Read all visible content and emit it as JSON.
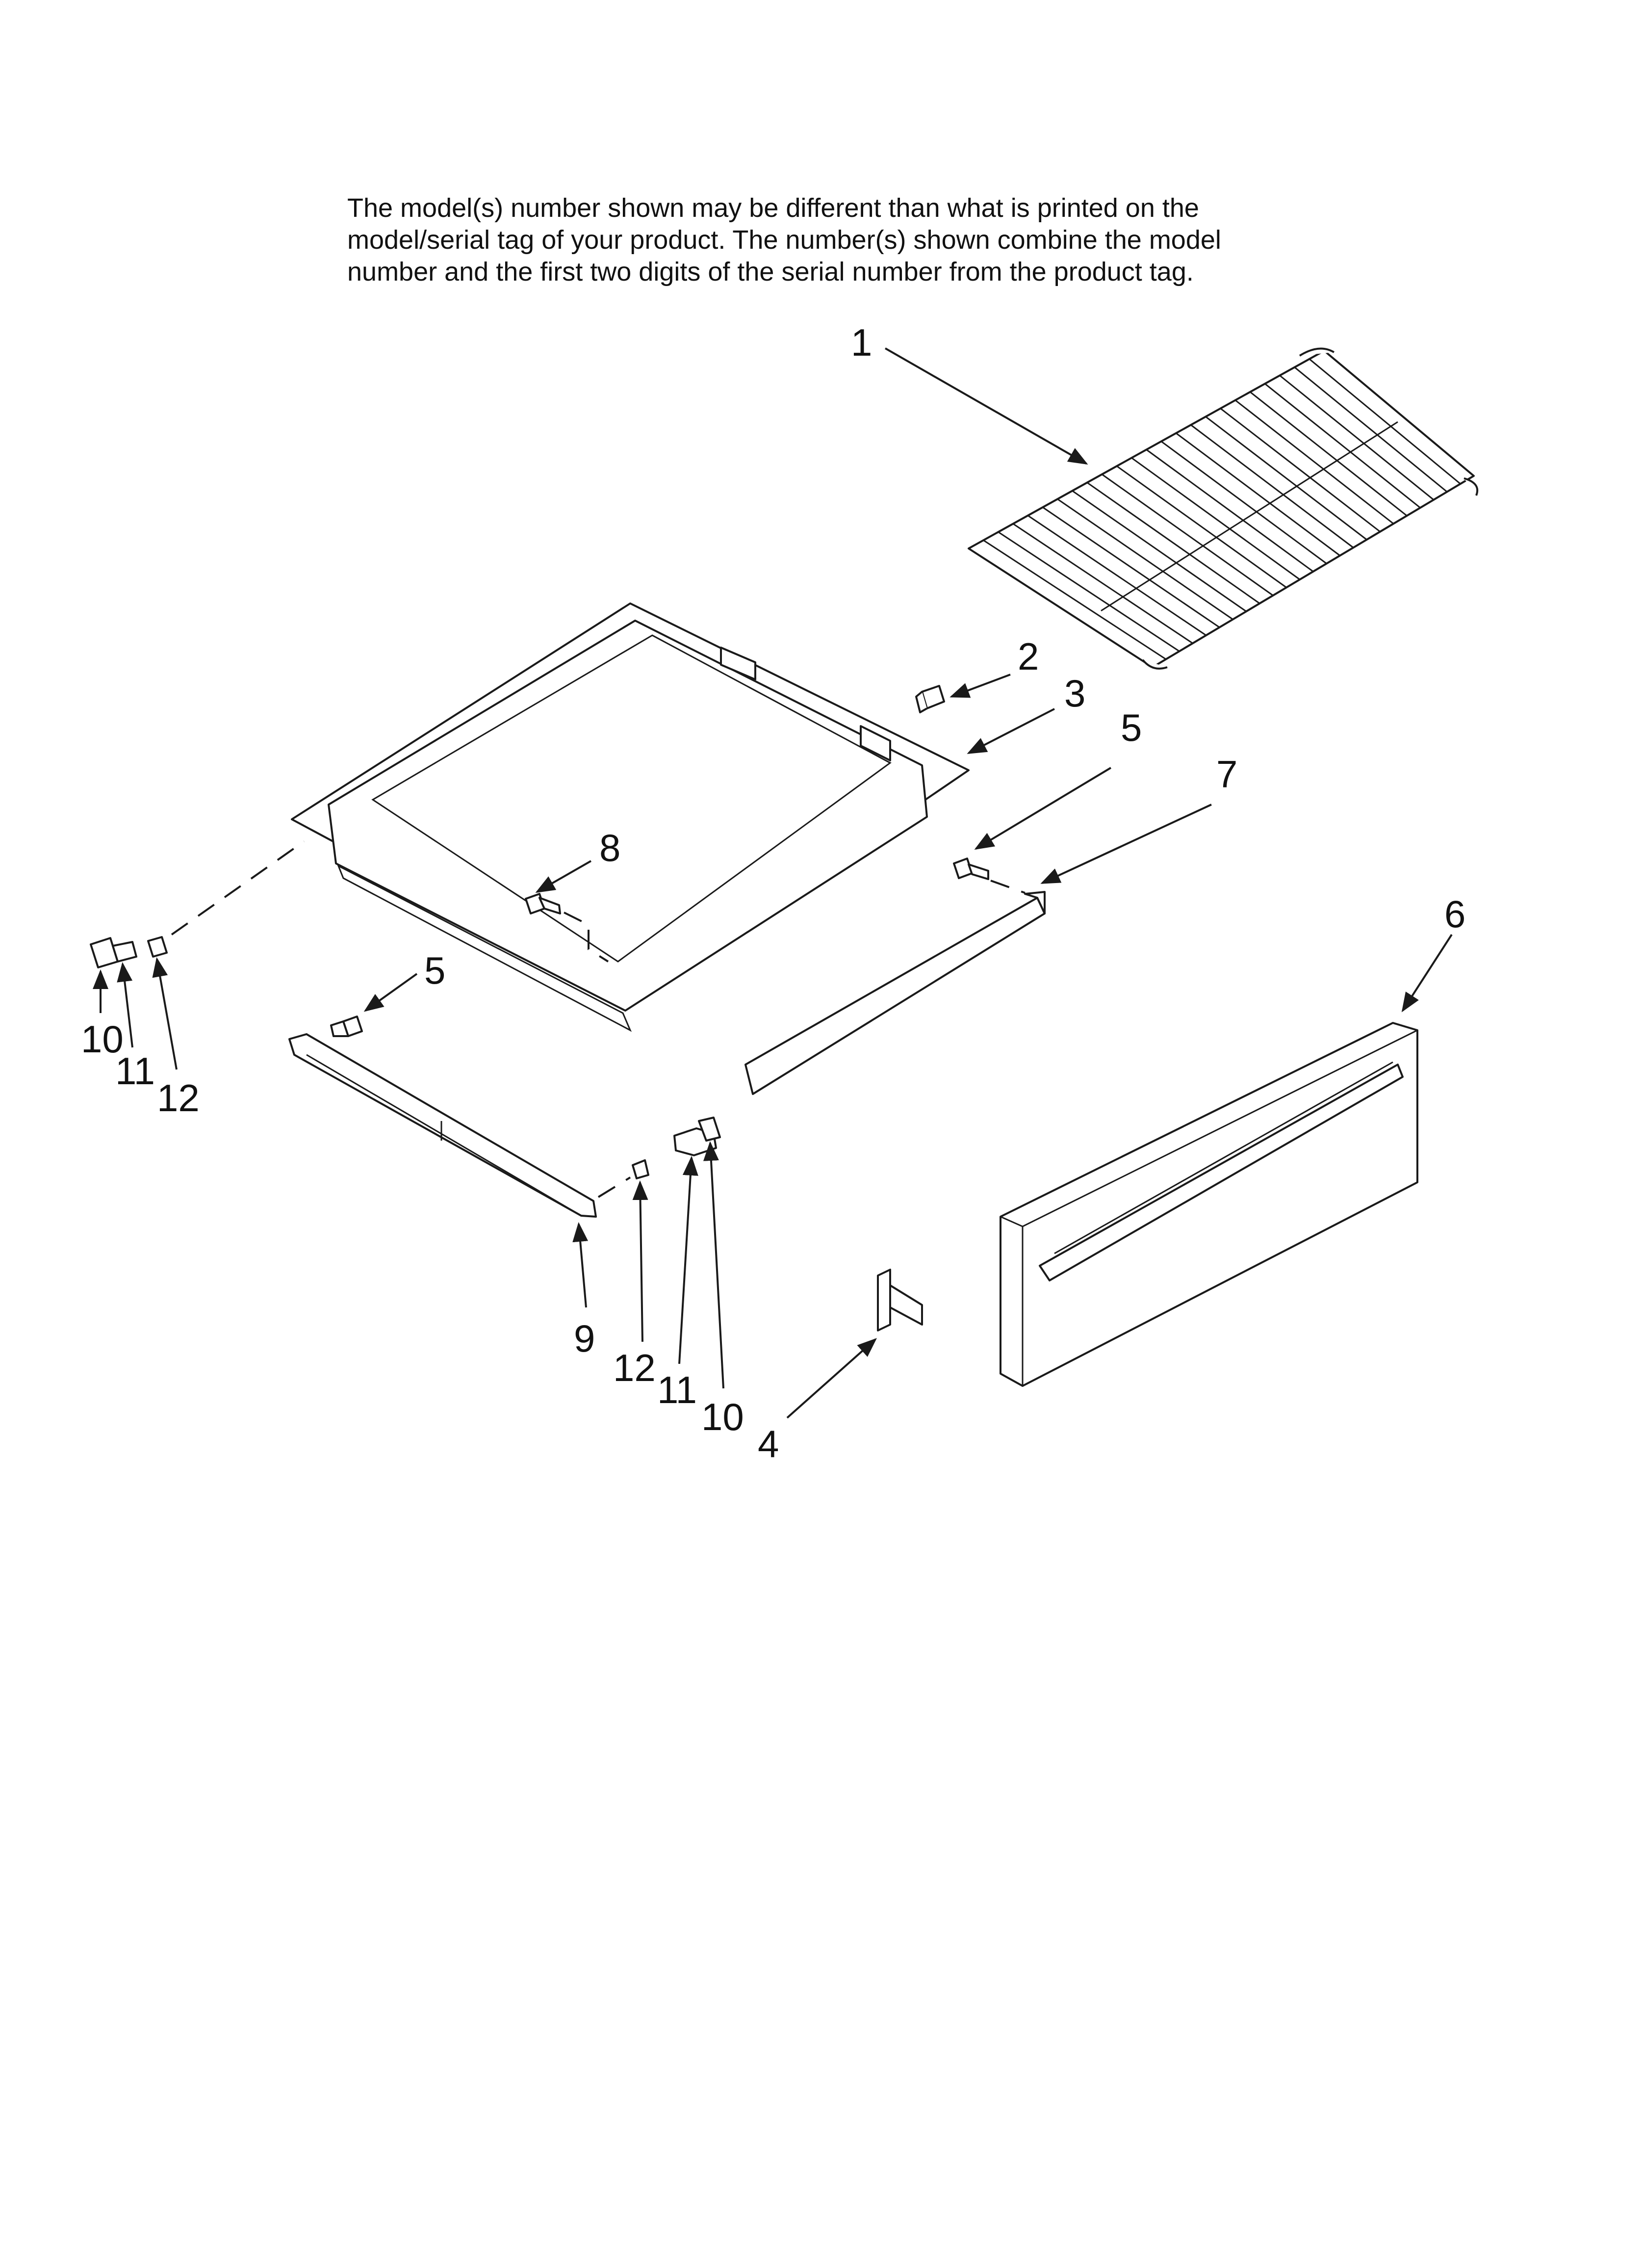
{
  "note": {
    "lines": [
      "The model(s) number shown may be different than what is printed on the",
      "model/serial tag of your product. The number(s) shown combine the model",
      "number and the first two digits of the serial number from the product tag."
    ]
  },
  "callouts": [
    {
      "id": "c1",
      "text": "1"
    },
    {
      "id": "c2",
      "text": "2"
    },
    {
      "id": "c3",
      "text": "3"
    },
    {
      "id": "c5a",
      "text": "5"
    },
    {
      "id": "c7",
      "text": "7"
    },
    {
      "id": "c8",
      "text": "8"
    },
    {
      "id": "c6",
      "text": "6"
    },
    {
      "id": "c5b",
      "text": "5"
    },
    {
      "id": "c10a",
      "text": "10"
    },
    {
      "id": "c11a",
      "text": "11"
    },
    {
      "id": "c12a",
      "text": "12"
    },
    {
      "id": "c9",
      "text": "9"
    },
    {
      "id": "c12b",
      "text": "12"
    },
    {
      "id": "c11b",
      "text": "11"
    },
    {
      "id": "c10b",
      "text": "10"
    },
    {
      "id": "c4",
      "text": "4"
    }
  ],
  "colors": {
    "line": "#1a1a1a",
    "background": "#ffffff"
  }
}
